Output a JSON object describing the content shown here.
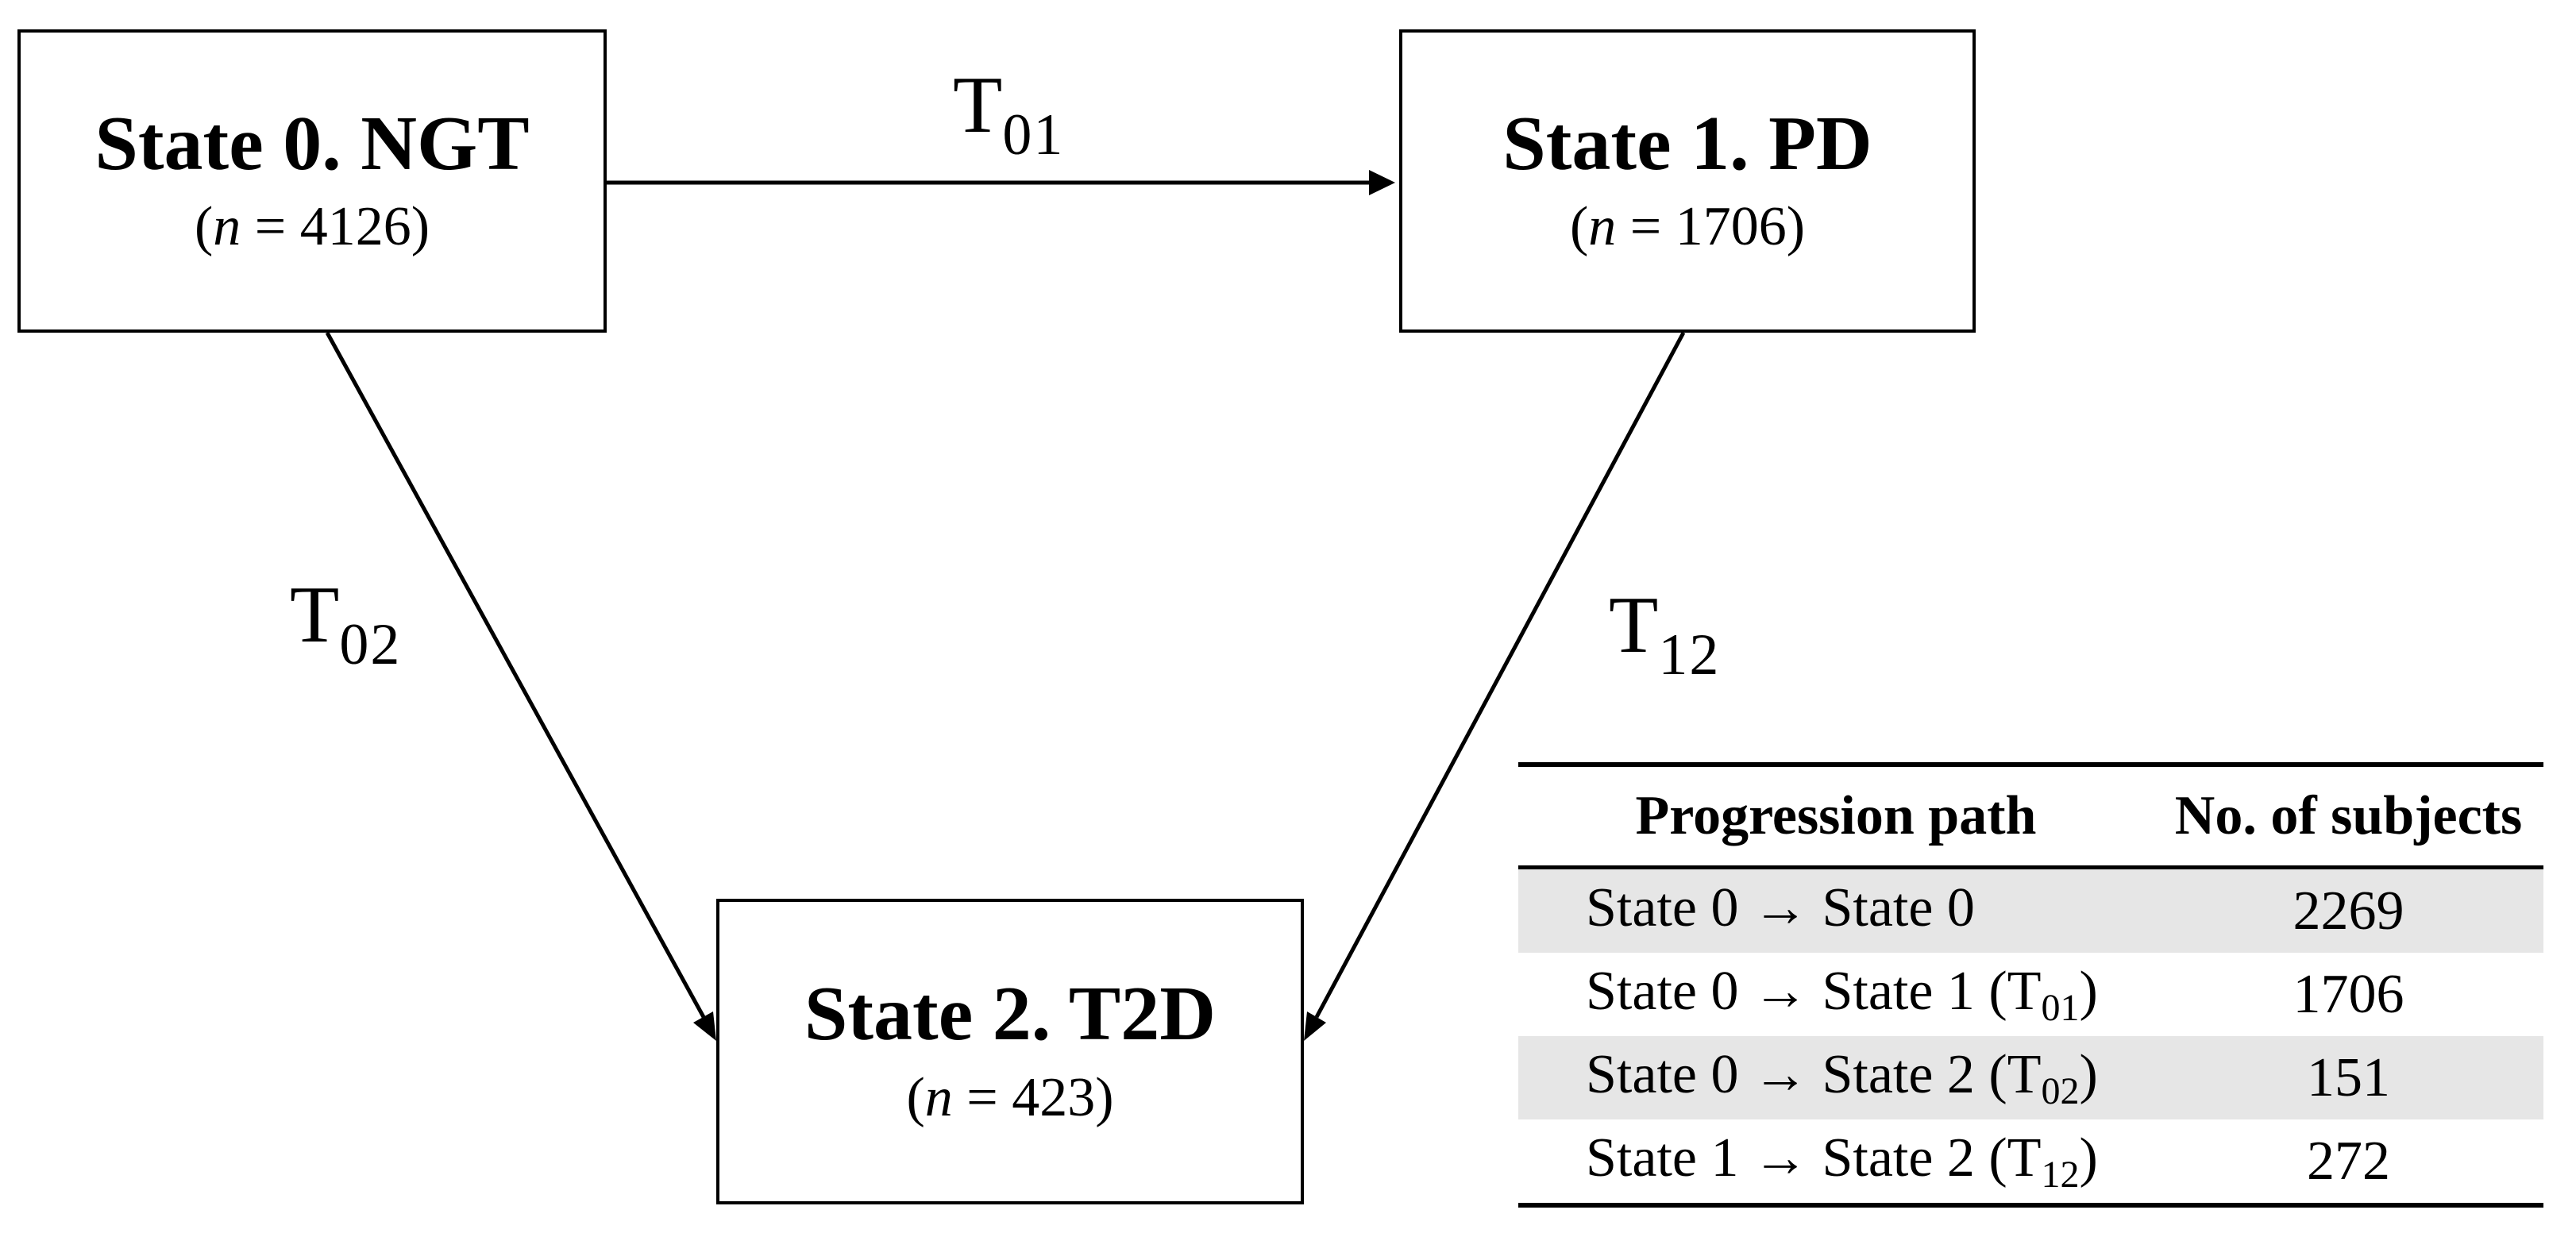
{
  "colors": {
    "background": "#ffffff",
    "ink": "#000000",
    "row_shade": "#e6e6e6"
  },
  "states": [
    {
      "title": "State 0. NGT",
      "n_open": "(",
      "n_var": "n",
      "n_rest": " = 4126)"
    },
    {
      "title": "State 1. PD",
      "n_open": "(",
      "n_var": "n",
      "n_rest": " = 1706)"
    },
    {
      "title": "State 2. T2D",
      "n_open": "(",
      "n_var": "n",
      "n_rest": " = 423)"
    }
  ],
  "transitions": [
    {
      "base": "T",
      "sub": "01"
    },
    {
      "base": "T",
      "sub": "02"
    },
    {
      "base": "T",
      "sub": "12"
    }
  ],
  "table": {
    "headers": [
      "Progression path",
      "No. of subjects"
    ],
    "rows": [
      {
        "path_pre": "State 0 → State 0",
        "path_sub": "",
        "path_post": "",
        "value": "2269"
      },
      {
        "path_pre": "State 0 → State 1 (T",
        "path_sub": "01",
        "path_post": ")",
        "value": "1706"
      },
      {
        "path_pre": "State 0 → State 2 (T",
        "path_sub": "02",
        "path_post": ")",
        "value": "151"
      },
      {
        "path_pre": "State 1 → State 2 (T",
        "path_sub": "12",
        "path_post": ")",
        "value": "272"
      }
    ]
  }
}
